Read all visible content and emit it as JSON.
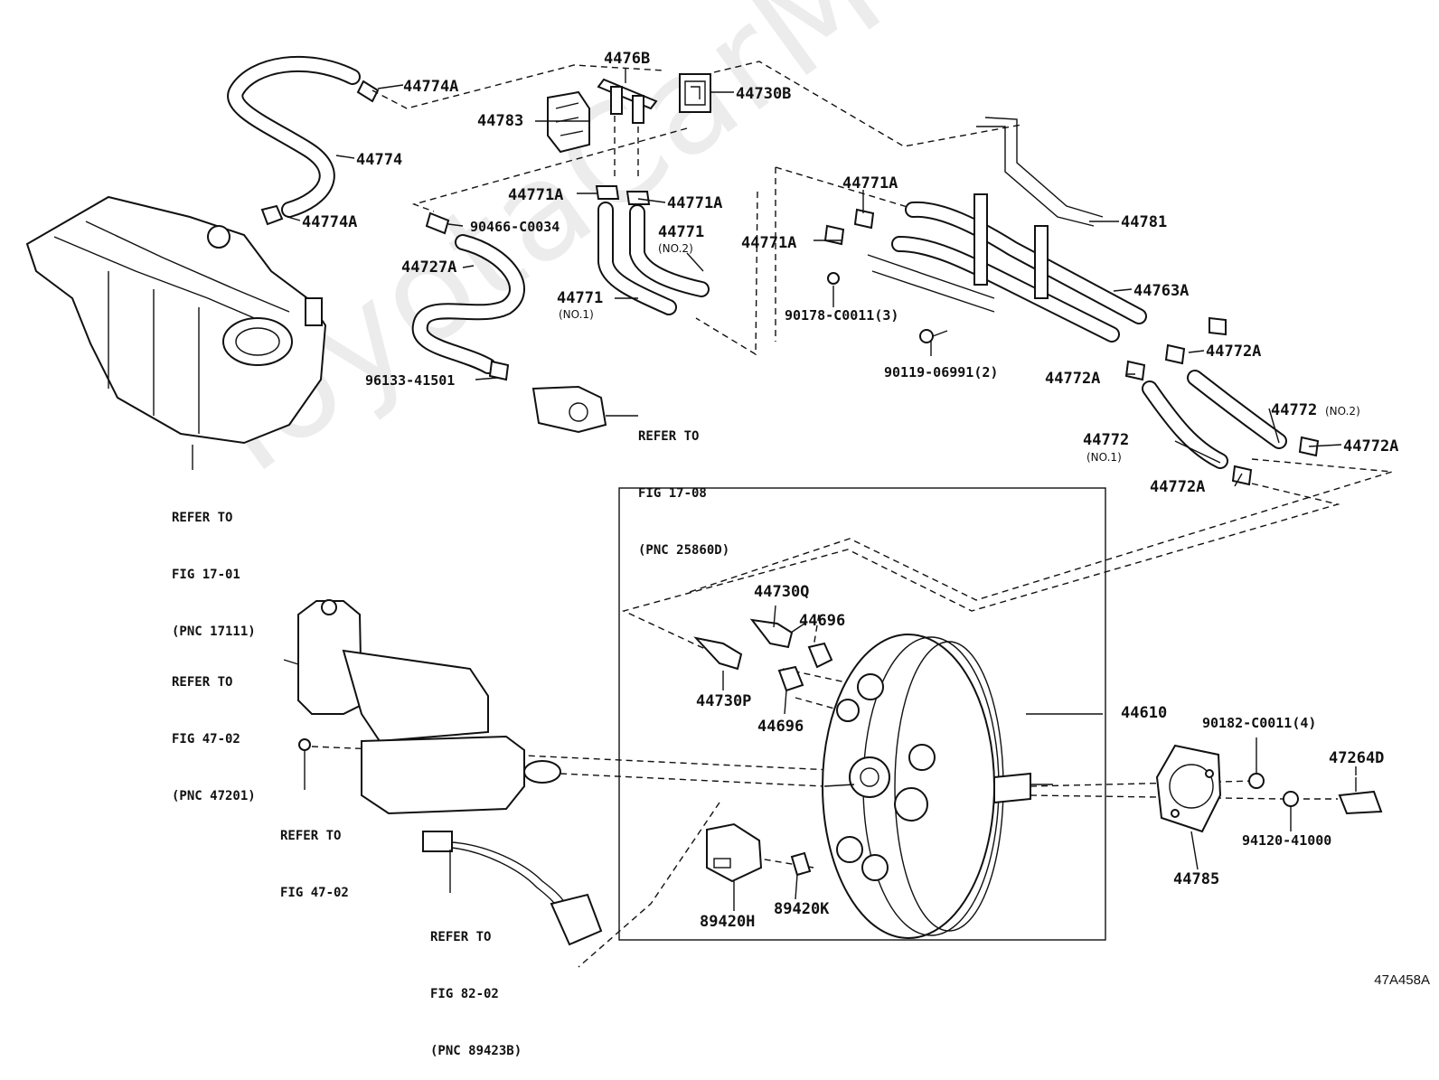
{
  "watermark": "ToyotaCarMe.ru",
  "diagram_code": "47A458A",
  "labels": {
    "p44774A_top": "44774A",
    "p4476B": "4476B",
    "p44730B": "44730B",
    "p44783": "44783",
    "p44774": "44774",
    "p44774A_bottom": "44774A",
    "p44771A_left": "44771A",
    "p44771A_mid": "44771A",
    "p44771A_right": "44771A",
    "p44771A_far": "44771A",
    "p90466": "90466-C0034",
    "p44727A": "44727A",
    "p44771_no2": "44771",
    "p44771_no2_sub": "(NO.2)",
    "p44771_no1": "44771",
    "p44771_no1_sub": "(NO.1)",
    "p90178": "90178-C0011(3)",
    "p90119": "90119-06991(2)",
    "p44781": "44781",
    "p44763A": "44763A",
    "p44772A_a": "44772A",
    "p44772A_b": "44772A",
    "p44772_no2": "44772",
    "p44772_no2_sub": "(NO.2)",
    "p44772A_c": "44772A",
    "p44772_no1": "44772",
    "p44772_no1_sub": "(NO.1)",
    "p44772A_d": "44772A",
    "p96133": "96133-41501",
    "p44730Q": "44730Q",
    "p44696_a": "44696",
    "p44730P": "44730P",
    "p44696_b": "44696",
    "p44610": "44610",
    "p90182": "90182-C0011(4)",
    "p47264D": "47264D",
    "p94120": "94120-41000",
    "p44785": "44785",
    "p89420H": "89420H",
    "p89420K": "89420K"
  },
  "references": {
    "fig17_08": [
      "REFER TO",
      "FIG 17-08",
      "(PNC 25860D)"
    ],
    "fig17_01": [
      "REFER TO",
      "FIG 17-01",
      "(PNC 17111)"
    ],
    "fig47_02_pnc": [
      "REFER TO",
      "FIG 47-02",
      "(PNC 47201)"
    ],
    "fig47_02": [
      "REFER TO",
      "FIG 47-02"
    ],
    "fig82_02": [
      "REFER TO",
      "FIG 82-02",
      "(PNC 89423B)"
    ]
  }
}
